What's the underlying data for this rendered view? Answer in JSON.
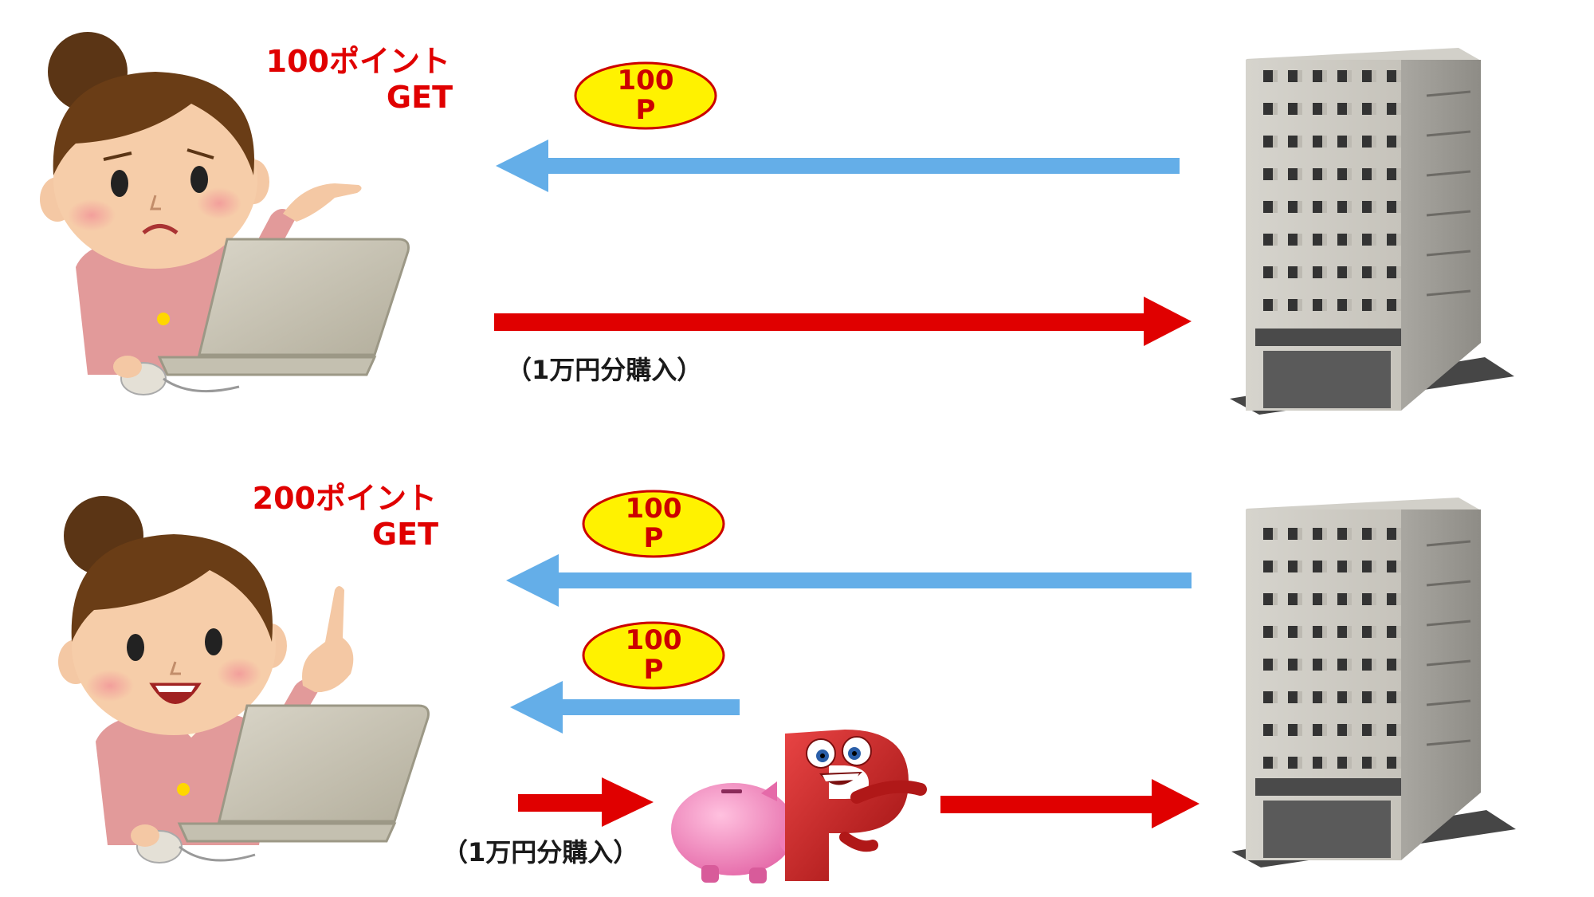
{
  "top": {
    "points_label": "100ポイント",
    "get_label": "GET",
    "coin": {
      "amount": "100",
      "unit": "P"
    },
    "purchase_label": "（1万円分購入）"
  },
  "bottom": {
    "points_label": "200ポイント",
    "get_label": "GET",
    "coin_store": {
      "amount": "100",
      "unit": "P"
    },
    "coin_point_site": {
      "amount": "100",
      "unit": "P"
    },
    "purchase_label": "（1万円分購入）"
  },
  "colors": {
    "purchase_arrow": "#e00000",
    "point_arrow": "#64aee8",
    "label_red": "#e00000",
    "coin_fill": "#fff200",
    "coin_stroke": "#cc0000"
  },
  "icons": [
    "woman-worried-icon",
    "woman-happy-icon",
    "laptop-icon",
    "office-building-icon",
    "piggy-bank-icon",
    "point-p-mascot-icon"
  ]
}
